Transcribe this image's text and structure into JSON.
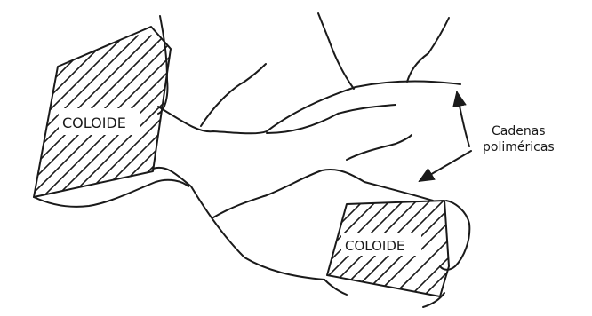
{
  "colloid_labels": [
    "COLOIDE",
    "COLOIDE"
  ],
  "annotation": {
    "line1": "Cadenas",
    "line2": "poliméricas"
  },
  "colors": {
    "ink": "#1a1a1a",
    "background": "#ffffff"
  }
}
